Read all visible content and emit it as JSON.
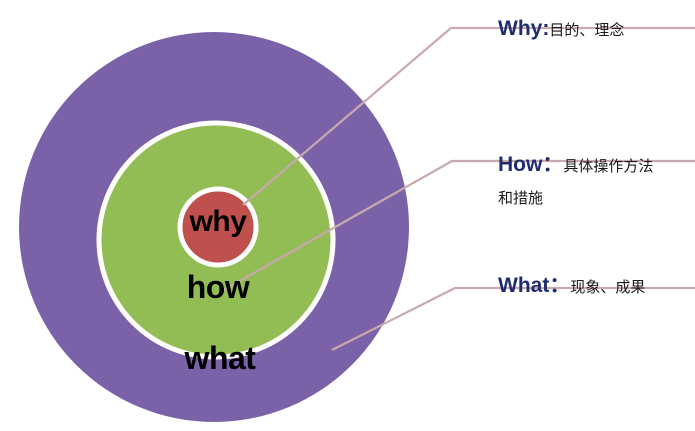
{
  "diagram": {
    "title_alt": "Why How What concentric circle diagram",
    "rings": [
      {
        "id": "what",
        "label": "what",
        "color": "#7B62A8"
      },
      {
        "id": "how",
        "label": "how",
        "color": "#92BC54"
      },
      {
        "id": "why",
        "label": "why",
        "color": "#C0504D"
      }
    ],
    "ring_border_color": "#FFFFFF",
    "leader_line_color": "#C9A9AD",
    "background_color": "#FFFFFF"
  },
  "callouts": [
    {
      "id": "why",
      "keyword": "Why:",
      "description": "目的、理念",
      "keyword_color": "#1F2D6E"
    },
    {
      "id": "how",
      "keyword": "How：",
      "description": "具体操作方法",
      "description_line2": "和措施",
      "keyword_color": "#1F2D6E"
    },
    {
      "id": "what",
      "keyword": "What：",
      "description": "现象、成果",
      "keyword_color": "#1F2D6E"
    }
  ]
}
